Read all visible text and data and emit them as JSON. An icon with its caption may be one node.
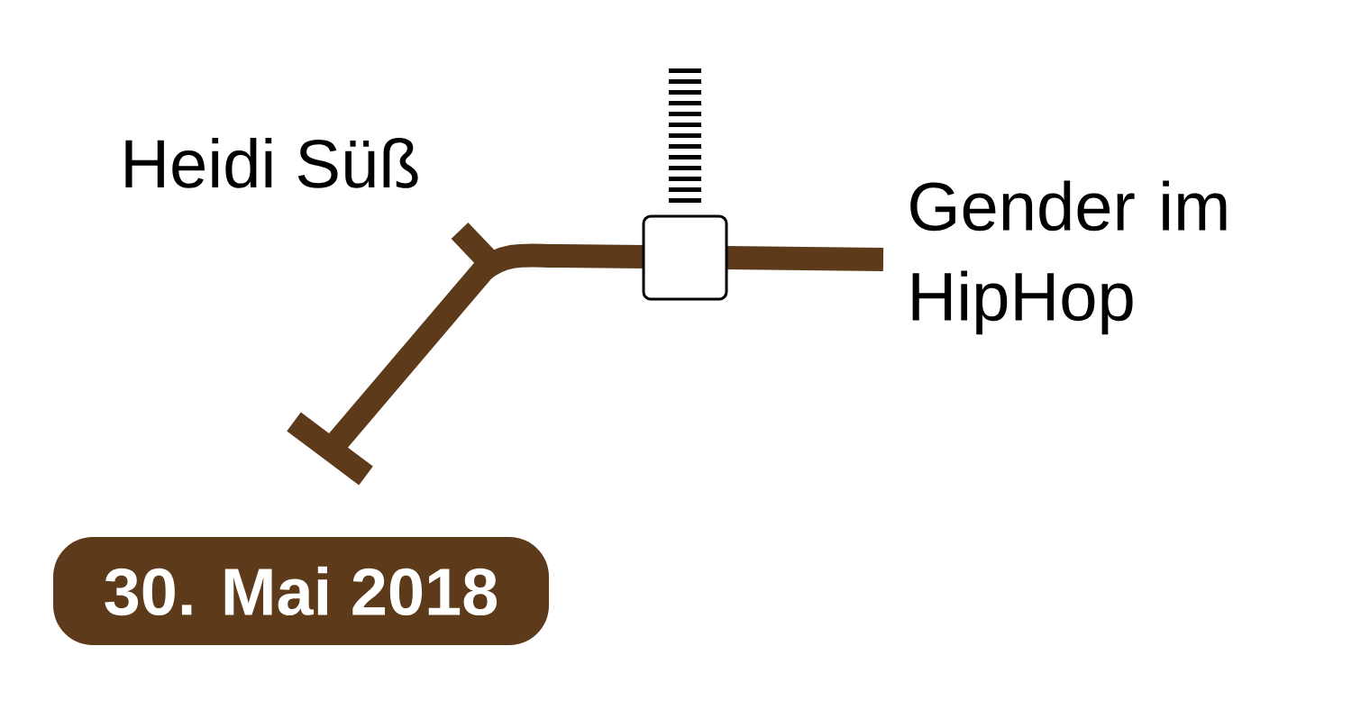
{
  "diagram": {
    "nodes": [
      {
        "text": [
          "30. Mai 2018"
        ]
      }
    ],
    "labels": [
      "Heidi Süß",
      "Gender im HipHop"
    ]
  }
}
